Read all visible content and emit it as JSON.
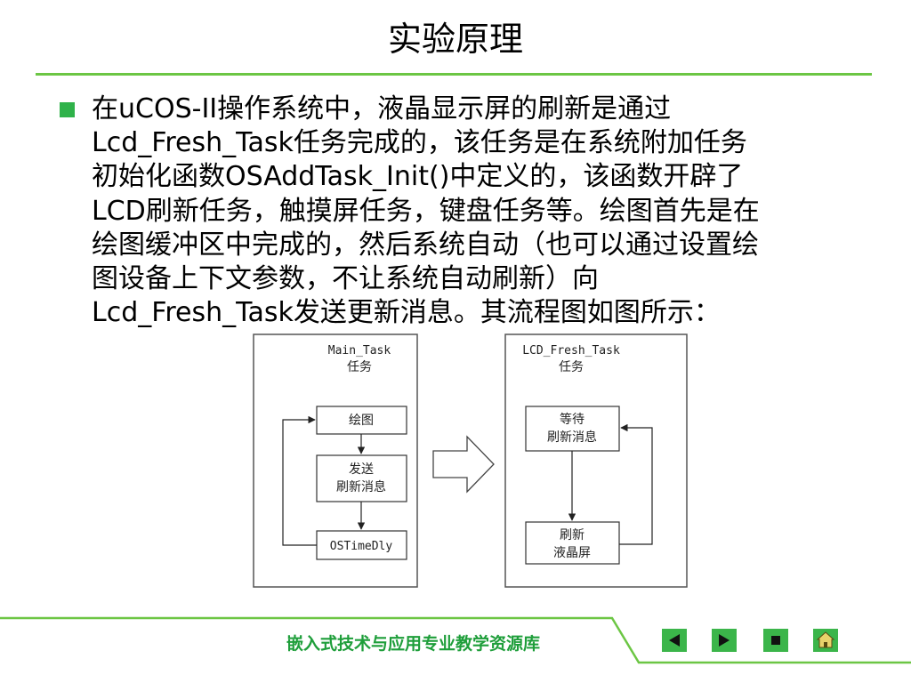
{
  "slide": {
    "title": "实验原理",
    "body_lines": [
      "在uCOS-II操作系统中，液晶显示屏的刷新是通过",
      "Lcd_Fresh_Task任务完成的，该任务是在系统附加任务",
      "初始化函数OSAddTask_Init()中定义的，该函数开辟了",
      "LCD刷新任务，触摸屏任务，键盘任务等。绘图首先是在",
      "绘图缓冲区中完成的，然后系统自动（也可以通过设置绘",
      "图设备上下文参数，不让系统自动刷新）向",
      "Lcd_Fresh_Task发送更新消息。其流程图如图所示："
    ]
  },
  "diagram": {
    "main_task": {
      "title_line1": "Main_Task",
      "title_line2": "任务",
      "box_draw": "绘图",
      "box_send_line1": "发送",
      "box_send_line2": "刷新消息",
      "box_delay": "OSTimeDly"
    },
    "lcd_task": {
      "title_line1": "LCD_Fresh_Task",
      "title_line2": "任务",
      "box_wait_line1": "等待",
      "box_wait_line2": "刷新消息",
      "box_refresh_line1": "刷新",
      "box_refresh_line2": "液晶屏"
    }
  },
  "footer": {
    "course_name": "嵌入式技术与应用专业教学资源库"
  },
  "nav": {
    "prev_icon": "triangle-left-icon",
    "next_icon": "triangle-right-icon",
    "stop_icon": "square-stop-icon",
    "home_icon": "home-icon"
  },
  "colors": {
    "accent_green": "#3bb54a",
    "rule_green": "#6cc644",
    "footer_text": "#1e9e3a"
  }
}
